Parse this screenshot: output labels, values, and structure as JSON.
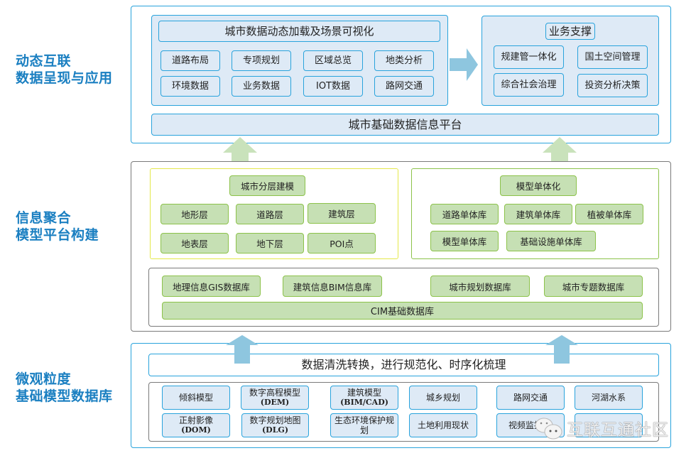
{
  "layers": {
    "top": {
      "side_label": [
        "动态互联",
        "数据呈现与应用"
      ],
      "visualization": {
        "title": "城市数据动态加载及场景可视化",
        "items": [
          "道路布局",
          "专项规划",
          "区域总览",
          "地类分析",
          "环境数据",
          "业务数据",
          "IOT数据",
          "路网交通"
        ]
      },
      "business_support": {
        "title": "业务支撑",
        "items": [
          "规建管一体化",
          "国土空间管理",
          "综合社会治理",
          "投资分析决策"
        ]
      },
      "platform": "城市基础数据信息平台"
    },
    "middle": {
      "side_label": [
        "信息聚合",
        "模型平台构建"
      ],
      "layered_modeling": {
        "title": "城市分层建模",
        "items": [
          "地形层",
          "道路层",
          "建筑层",
          "地表层",
          "地下层",
          "POI点"
        ]
      },
      "model_individualization": {
        "title": "模型单体化",
        "items": [
          "道路单体库",
          "建筑单体库",
          "植被单体库",
          "模型单体库",
          "基础设施单体库"
        ]
      },
      "databases": [
        "地理信息GIS数据库",
        "建筑信息BIM信息库",
        "城市规划数据库",
        "城市专题数据库"
      ],
      "cim_base": "CIM基础数据库"
    },
    "bottom": {
      "side_label": [
        "微观粒度",
        "基础模型数据库"
      ],
      "process": "数据清洗转换，进行规范化、时序化梳理",
      "items": [
        [
          "倾斜模型",
          ""
        ],
        [
          "数字高程模型",
          "(DEM)"
        ],
        [
          "建筑模型",
          "(BIM/CAD)"
        ],
        [
          "城乡规划",
          ""
        ],
        [
          "路网交通",
          ""
        ],
        [
          "河湖水系",
          ""
        ],
        [
          "正射影像",
          "(DOM)"
        ],
        [
          "数字规划地图",
          "(DLG)"
        ],
        [
          "生态环境保护规",
          "划"
        ],
        [
          "土地利用现状",
          ""
        ],
        [
          "视频监控",
          ""
        ],
        [
          "",
          ""
        ]
      ]
    }
  },
  "arrows": {
    "right": "arrow-right",
    "up_green": "arrow-up",
    "up_blue": "arrow-up"
  },
  "colors": {
    "label_blue": "#1a7fc1",
    "border_blue": "#29a3dc",
    "panel_blue": "#deeaf6",
    "green_fill": "#c6e0b4",
    "green_border": "#8cc24a",
    "arrow_blue": "#8ec6df",
    "arrow_green": "#c9e2bb"
  },
  "watermark": "互联互通社区"
}
